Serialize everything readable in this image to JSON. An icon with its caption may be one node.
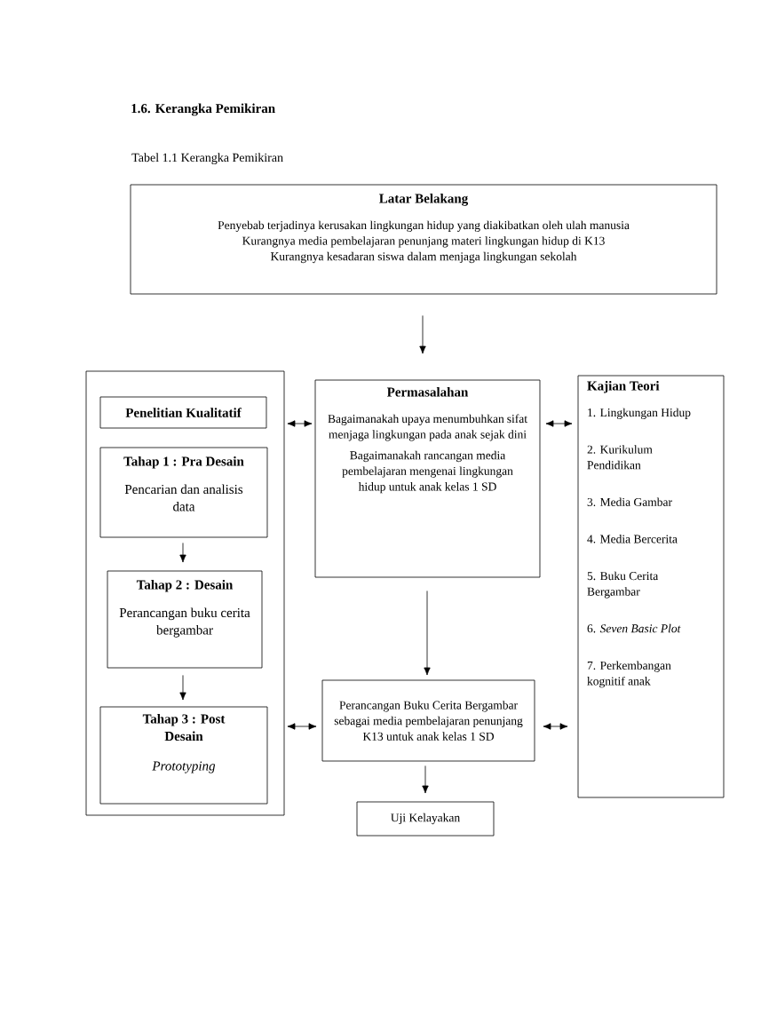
{
  "diagram": {
    "title": "1.6. Kerangka Pemikiran",
    "caption": "Tabel 1.1 Kerangka Pemikiran",
    "nodes": [
      {
        "text": [
          "Latar Belakang",
          "Penyebab terjadinya kerusakan lingkungan hidup yang diakibatkan oleh ulah manusia",
          "Kurangnya media pembelajaran penunjang materi lingkungan hidup di K13",
          "Kurangnya kesadaran siswa dalam menjaga lingkungan sekolah"
        ]
      },
      {
        "text": [],
        "shape": "box"
      },
      {
        "text": [
          "Penelitian Kualitatif"
        ],
        "in": 1
      },
      {
        "text": [
          "Tahap 1 : Pra Desain",
          "Pencarian dan analisis data"
        ],
        "in": 1
      },
      {
        "text": [
          "Tahap 2 : Desain",
          "Perancangan buku cerita bergambar"
        ],
        "in": 1
      },
      {
        "text": [
          "Tahap 3 : Post Desain",
          "Prototyping"
        ],
        "in": 1
      },
      {
        "text": [
          "Permasalahan",
          "Bagaimanakah upaya menumbuhkan sifat menjaga lingkungan pada anak sejak dini",
          "Bagaimanakah rancangan media pembelajaran mengenai lingkungan hidup untuk anak kelas 1 SD"
        ]
      },
      {
        "text": [
          "Kajian Teori",
          "1. Lingkungan Hidup",
          "2. Kurikulum Pendidikan",
          "3. Media Gambar",
          "4. Media Bercerita",
          "5. Buku Cerita Bergambar",
          "6. *Seven Basic Plot*",
          "7. Perkembangan kognitif anak"
        ]
      },
      {
        "text": [
          "Perancangan Buku Cerita Bergambar sebagai media pembelajaran penunjang K13 untuk anak kelas 1 SD"
        ]
      },
      {
        "text": [
          "Uji Kelayakan"
        ]
      }
    ],
    "edges": [
      {
        "from": 0,
        "to": 6,
        "arrow": "to"
      },
      {
        "from": 3,
        "to": 4,
        "arrow": "to"
      },
      {
        "from": 4,
        "to": 5,
        "arrow": "to"
      },
      {
        "from": 1,
        "to": 6,
        "arrow": "both"
      },
      {
        "from": 6,
        "to": 7,
        "arrow": "both"
      },
      {
        "from": 6,
        "to": 8,
        "arrow": "to"
      },
      {
        "from": 1,
        "to": 8,
        "arrow": "both"
      },
      {
        "from": 8,
        "to": 7,
        "arrow": "both"
      },
      {
        "from": 8,
        "to": 9,
        "arrow": "to"
      }
    ]
  }
}
